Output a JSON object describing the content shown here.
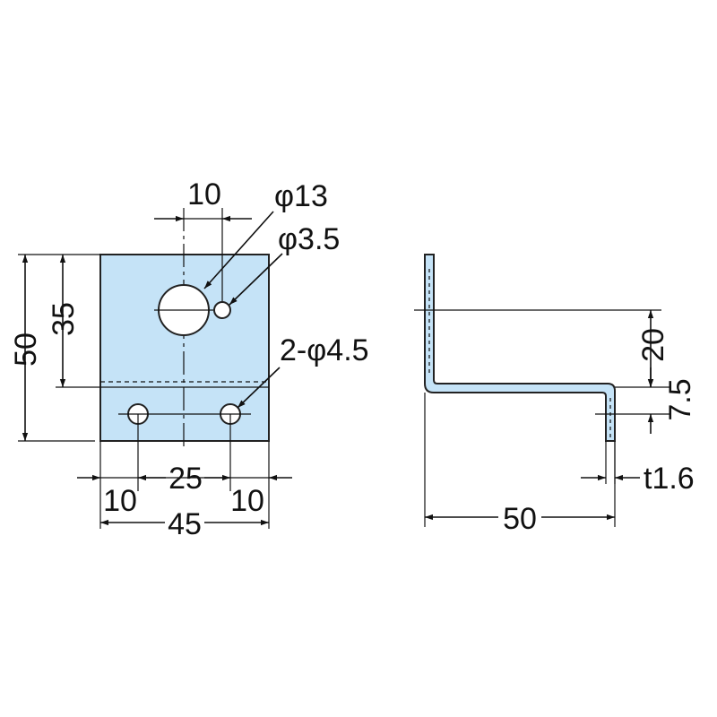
{
  "colors": {
    "part_fill": "#c5e3f7",
    "line": "#111111",
    "background": "#ffffff"
  },
  "front_view": {
    "dim_hole_spacing_top": "10",
    "callout_large_hole": "φ13",
    "callout_small_hole": "φ3.5",
    "callout_mount_holes": "2-φ4.5",
    "dim_total_height": "50",
    "dim_bend_height": "35",
    "dim_mount_spacing": "25",
    "dim_left_offset": "10",
    "dim_right_offset": "10",
    "dim_total_width": "45"
  },
  "side_view": {
    "dim_upper": "20",
    "dim_lower": "7.5",
    "dim_thickness": "t1.6",
    "dim_depth": "50"
  }
}
